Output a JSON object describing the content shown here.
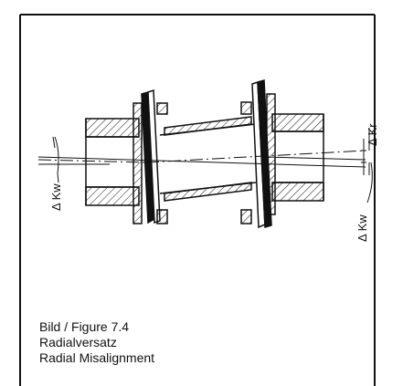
{
  "labels": {
    "kw_left": "Δ Kw",
    "kw_right": "Δ Kw",
    "kr_right": "Δ Kr"
  },
  "caption": {
    "line1": "Bild / Figure 7.4",
    "line2": "Radialversatz",
    "line3": "Radial Misalignment"
  },
  "colors": {
    "ink": "#111111",
    "background": "#ffffff"
  }
}
